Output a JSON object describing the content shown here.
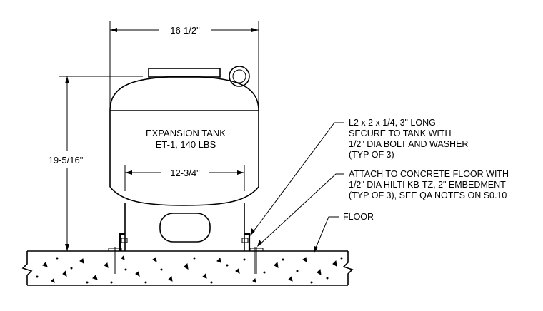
{
  "dimensions": {
    "width": "16-1/2\"",
    "height": "19-5/16\"",
    "leg_span": "12-3/4\""
  },
  "tank_label": {
    "line1": "EXPANSION TANK",
    "line2": "ET-1, 140 LBS"
  },
  "notes": {
    "angle": [
      "L2 x 2 x 1/4, 3\" LONG",
      "SECURE TO TANK WITH",
      "1/2\" DIA BOLT AND WASHER",
      "(TYP OF 3)"
    ],
    "anchor": [
      "ATTACH TO CONCRETE FLOOR WITH",
      "1/2\" DIA HILTI KB-TZ, 2\" EMBEDMENT",
      "(TYP OF 3), SEE QA NOTES ON S0.10"
    ],
    "floor": "FLOOR"
  }
}
